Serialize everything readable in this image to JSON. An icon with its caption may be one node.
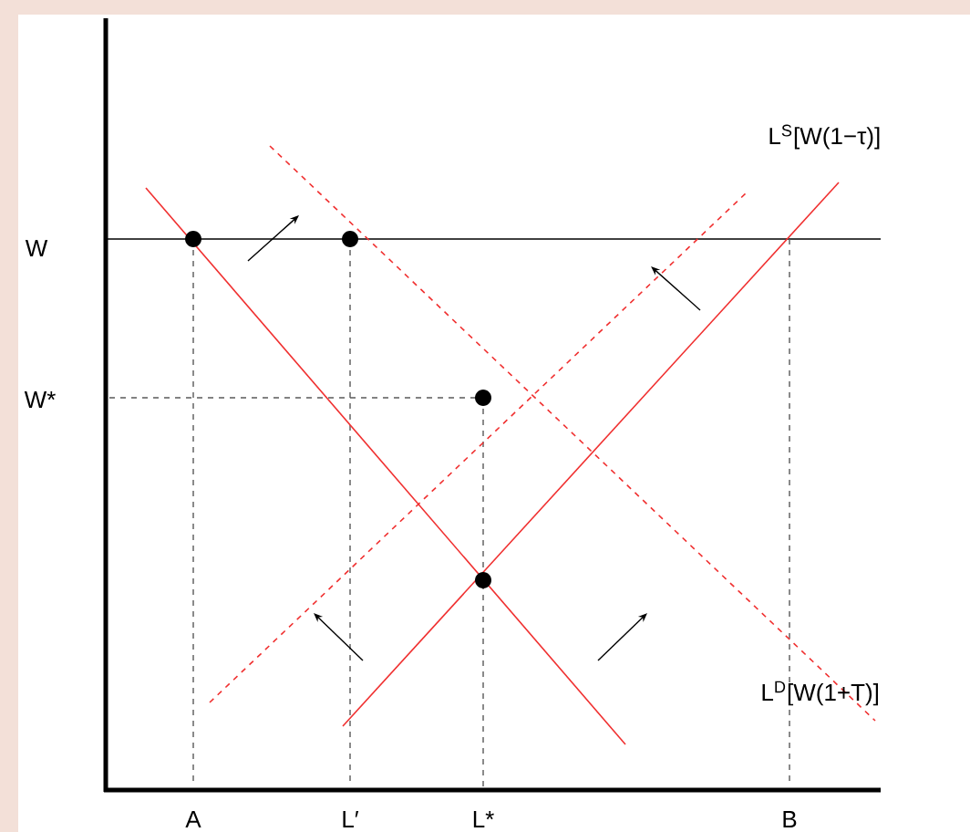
{
  "diagram": {
    "labels": [
      "W",
      "W*",
      "A",
      "L′",
      "L*",
      "B",
      "L$^{S}$[W(1−τ)]",
      "L$^{D}$[W(1+T)]"
    ]
  }
}
